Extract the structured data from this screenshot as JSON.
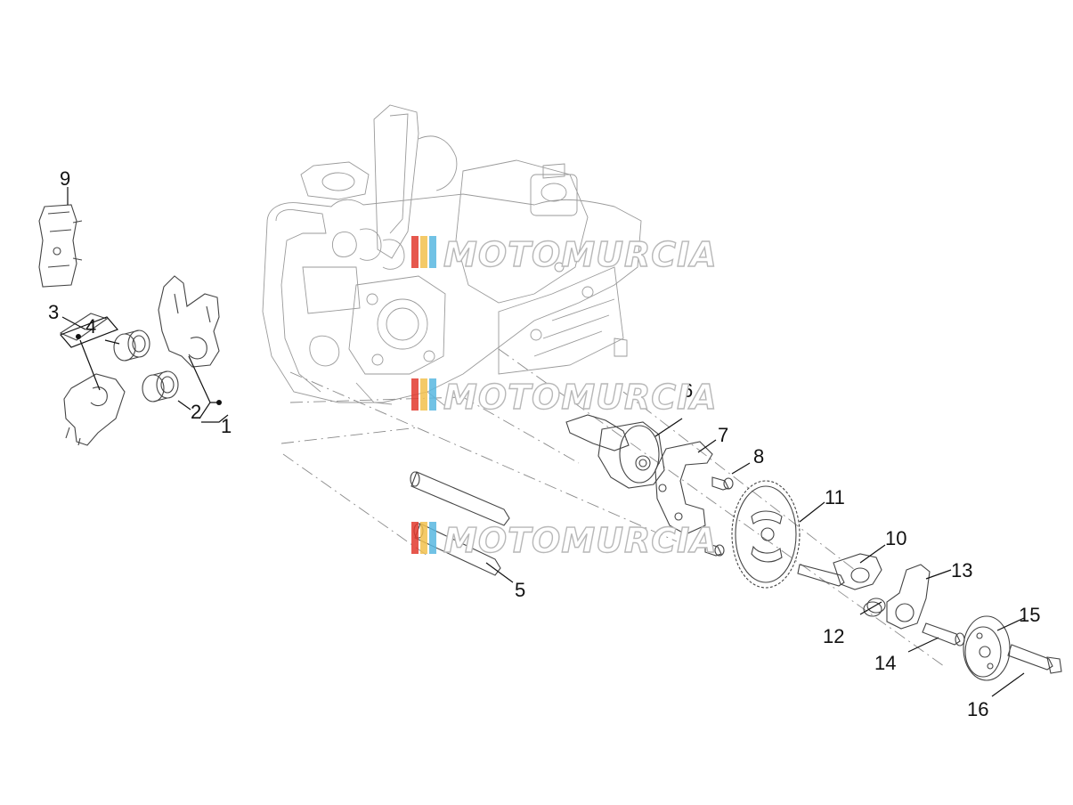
{
  "watermark": {
    "text": "MOTOMURCIA",
    "stripe_colors": [
      "#e23a2e",
      "#f2c14e",
      "#58b7e0"
    ]
  },
  "callouts": {
    "p1": "1",
    "p2": "2",
    "p3": "3",
    "p4": "4",
    "p5": "5",
    "p6": "6",
    "p7": "7",
    "p8": "8",
    "p9": "9",
    "p10": "10",
    "p11": "11",
    "p12": "12",
    "p13": "13",
    "p14": "14",
    "p15": "15",
    "p16": "16"
  }
}
